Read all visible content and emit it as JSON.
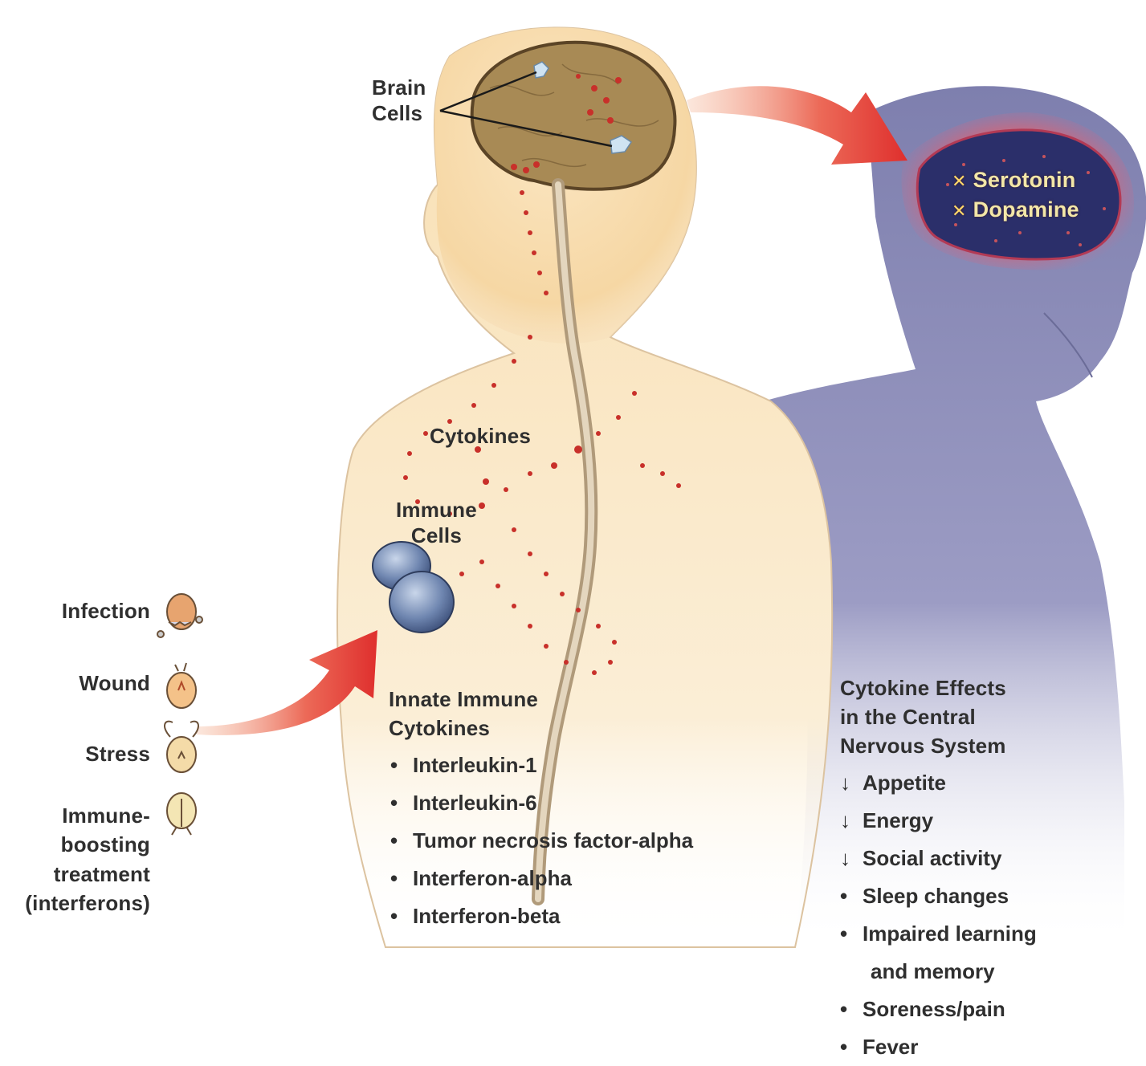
{
  "labels": {
    "brain_cells": "Brain\nCells",
    "cytokines": "Cytokines",
    "immune_cells": "Immune\nCells",
    "neurotransmitters": [
      "Serotonin",
      "Dopamine"
    ]
  },
  "triggers": [
    "Infection",
    "Wound",
    "Stress",
    "Immune-\nboosting\ntreatment\n(interferons)"
  ],
  "innate": {
    "heading": "Innate Immune\nCytokines",
    "items": [
      "Interleukin-1",
      "Interleukin-6",
      "Tumor necrosis factor-alpha",
      "Interferon-alpha",
      "Interferon-beta"
    ]
  },
  "cns_effects": {
    "heading": "Cytokine Effects\nin the Central\nNervous System",
    "items": [
      {
        "marker": "↓",
        "text": "Appetite"
      },
      {
        "marker": "↓",
        "text": "Energy"
      },
      {
        "marker": "↓",
        "text": "Social activity"
      },
      {
        "marker": "•",
        "text": "Sleep changes"
      },
      {
        "marker": "•",
        "text": "Impaired learning"
      },
      {
        "marker": "",
        "text": "and memory"
      },
      {
        "marker": "•",
        "text": "Soreness/pain"
      },
      {
        "marker": "•",
        "text": "Fever"
      }
    ]
  },
  "colors": {
    "skin": "#f7d9a8",
    "brain_tan": "#a88a55",
    "shadow_figure": "#8f8fb4",
    "arrow_red": "#e23a34",
    "cytokine_dot": "#c8302a",
    "depressed_brain": "#2b2f6a"
  },
  "icons": [
    "brain-cell-icon",
    "cytokine-dot-icon",
    "immune-cell-cluster-icon",
    "red-arrow-icon",
    "infection-icon",
    "wound-icon",
    "stress-icon",
    "treatment-icon"
  ]
}
